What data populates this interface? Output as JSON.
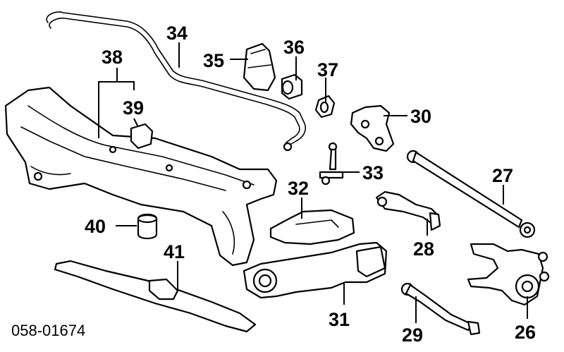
{
  "diagram_code": "058-01674",
  "callouts": [
    "34",
    "35",
    "36",
    "37",
    "38",
    "39",
    "30",
    "33",
    "32",
    "27",
    "40",
    "41",
    "28",
    "31",
    "29",
    "26"
  ]
}
